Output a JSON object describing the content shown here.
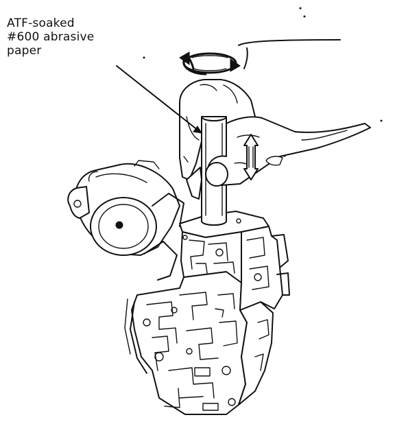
{
  "callout": {
    "lines": [
      "ATF-soaked",
      "#600 abrasive",
      "paper"
    ]
  },
  "colors": {
    "ink": "#111111",
    "paper": "#ffffff"
  },
  "icons": [
    "rotation-arrow-icon",
    "up-down-arrow-icon"
  ]
}
